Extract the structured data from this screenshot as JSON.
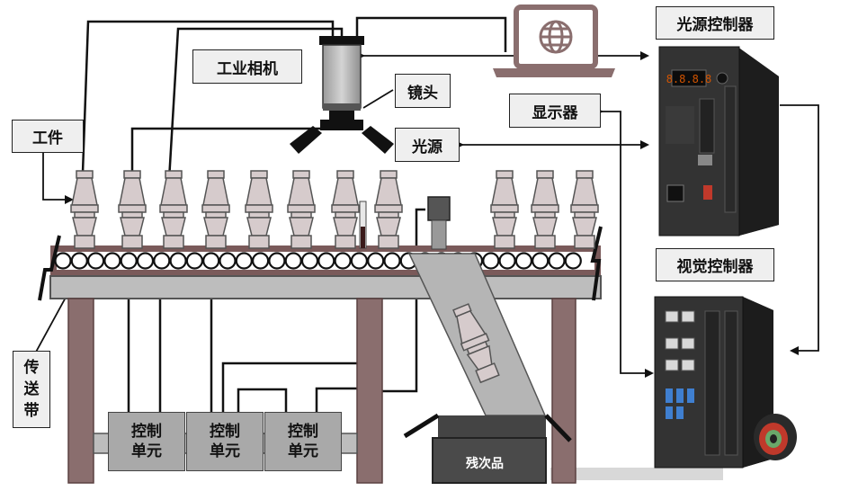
{
  "labels": {
    "industrial_camera": "工业相机",
    "lens": "镜头",
    "light_source": "光源",
    "workpiece": "工件",
    "conveyor": [
      "传",
      "送",
      "带"
    ],
    "light_controller": "光源控制器",
    "display": "显示器",
    "vision_controller": "视觉控制器",
    "reject_bin": "残次品"
  },
  "control_units": [
    [
      "控制",
      "单元"
    ],
    [
      "控制",
      "单元"
    ],
    [
      "控制",
      "单元"
    ]
  ],
  "device_readout": "8.8.8.8",
  "colors": {
    "belt_frame": "#7a5a5a",
    "legs": "#8a6e6e",
    "workpiece": "#d6cbcc",
    "label_bg": "#efefef",
    "unit_bg": "#a9a9a9",
    "device": "#2b2b2b",
    "accent_blue": "#3f7fd0",
    "accent_red": "#c0392b"
  },
  "icons": [
    "globe-icon",
    "laptop-icon"
  ]
}
